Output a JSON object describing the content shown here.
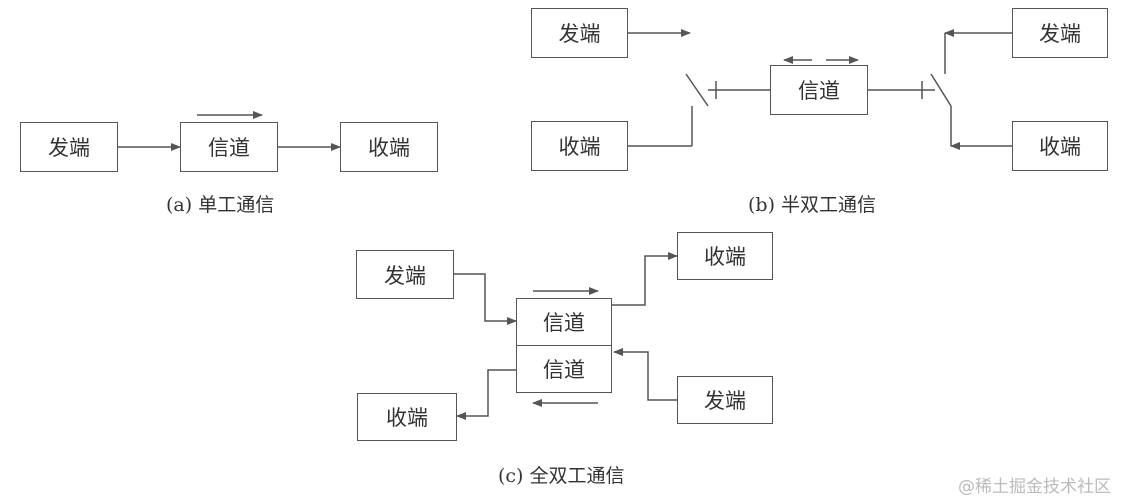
{
  "simplex": {
    "sender": "发端",
    "channel": "信道",
    "receiver": "收端",
    "caption": "(a) 单工通信"
  },
  "half_duplex": {
    "left_sender": "发端",
    "left_receiver": "收端",
    "channel": "信道",
    "right_sender": "发端",
    "right_receiver": "收端",
    "caption": "(b) 半双工通信"
  },
  "full_duplex": {
    "sender_top": "发端",
    "channel_top": "信道",
    "receiver_top": "收端",
    "channel_bottom": "信道",
    "sender_bottom": "发端",
    "receiver_bottom": "收端",
    "caption": "(c) 全双工通信"
  },
  "watermark": "@稀土掘金技术社区"
}
